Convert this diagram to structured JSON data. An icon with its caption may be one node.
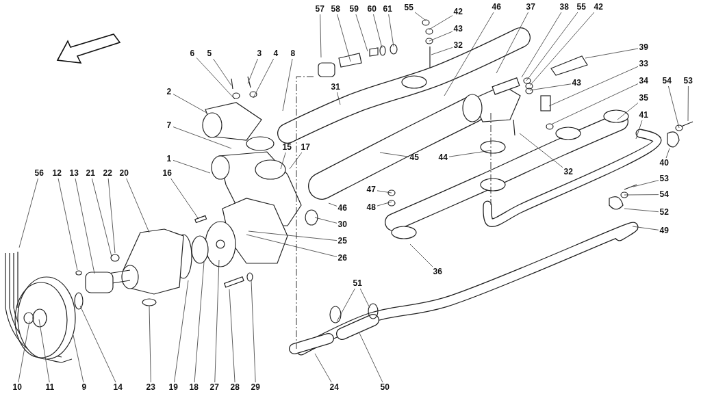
{
  "diagram": {
    "nodes": [
      {
        "text": [
          "57"
        ]
      },
      {
        "text": [
          "58"
        ]
      },
      {
        "text": [
          "59"
        ]
      },
      {
        "text": [
          "60"
        ]
      },
      {
        "text": [
          "61"
        ]
      },
      {
        "text": [
          "55"
        ]
      },
      {
        "text": [
          "42"
        ]
      },
      {
        "text": [
          "43"
        ]
      },
      {
        "text": [
          "32"
        ]
      },
      {
        "text": [
          "46"
        ]
      },
      {
        "text": [
          "37"
        ]
      },
      {
        "text": [
          "38"
        ]
      },
      {
        "text": [
          "55"
        ]
      },
      {
        "text": [
          "42"
        ]
      },
      {
        "text": [
          "39"
        ]
      },
      {
        "text": [
          "6"
        ]
      },
      {
        "text": [
          "5"
        ]
      },
      {
        "text": [
          "3"
        ]
      },
      {
        "text": [
          "4"
        ]
      },
      {
        "text": [
          "8"
        ]
      },
      {
        "text": [
          "33"
        ]
      },
      {
        "text": [
          "43"
        ]
      },
      {
        "text": [
          "34"
        ]
      },
      {
        "text": [
          "54"
        ]
      },
      {
        "text": [
          "53"
        ]
      },
      {
        "text": [
          "31"
        ]
      },
      {
        "text": [
          "2"
        ]
      },
      {
        "text": [
          "35"
        ]
      },
      {
        "text": [
          "41"
        ]
      },
      {
        "text": [
          "7"
        ]
      },
      {
        "text": [
          "15"
        ]
      },
      {
        "text": [
          "17"
        ]
      },
      {
        "text": [
          "45"
        ]
      },
      {
        "text": [
          "44"
        ]
      },
      {
        "text": [
          "1"
        ]
      },
      {
        "text": [
          "40"
        ]
      },
      {
        "text": [
          "32"
        ]
      },
      {
        "text": [
          "56"
        ]
      },
      {
        "text": [
          "12"
        ]
      },
      {
        "text": [
          "13"
        ]
      },
      {
        "text": [
          "21"
        ]
      },
      {
        "text": [
          "22"
        ]
      },
      {
        "text": [
          "20"
        ]
      },
      {
        "text": [
          "16"
        ]
      },
      {
        "text": [
          "53"
        ]
      },
      {
        "text": [
          "47"
        ]
      },
      {
        "text": [
          "54"
        ]
      },
      {
        "text": [
          "46"
        ]
      },
      {
        "text": [
          "48"
        ]
      },
      {
        "text": [
          "52"
        ]
      },
      {
        "text": [
          "30"
        ]
      },
      {
        "text": [
          "49"
        ]
      },
      {
        "text": [
          "25"
        ]
      },
      {
        "text": [
          "26"
        ]
      },
      {
        "text": [
          "36"
        ]
      },
      {
        "text": [
          "51"
        ]
      },
      {
        "text": [
          "10"
        ]
      },
      {
        "text": [
          "11"
        ]
      },
      {
        "text": [
          "9"
        ]
      },
      {
        "text": [
          "14"
        ]
      },
      {
        "text": [
          "23"
        ]
      },
      {
        "text": [
          "19"
        ]
      },
      {
        "text": [
          "18"
        ]
      },
      {
        "text": [
          "27"
        ]
      },
      {
        "text": [
          "28"
        ]
      },
      {
        "text": [
          "29"
        ]
      },
      {
        "text": [
          "24"
        ]
      },
      {
        "text": [
          "50"
        ]
      }
    ],
    "edges": [
      {
        "from": 0,
        "to": null,
        "arrow": "none"
      },
      {
        "from": 1,
        "to": null,
        "arrow": "none"
      },
      {
        "from": 2,
        "to": null,
        "arrow": "none"
      },
      {
        "from": 3,
        "to": null,
        "arrow": "none"
      },
      {
        "from": 4,
        "to": null,
        "arrow": "none"
      },
      {
        "from": 5,
        "to": null,
        "arrow": "none"
      },
      {
        "from": 6,
        "to": null,
        "arrow": "none"
      },
      {
        "from": 7,
        "to": null,
        "arrow": "none"
      },
      {
        "from": 8,
        "to": null,
        "arrow": "none"
      },
      {
        "from": 9,
        "to": null,
        "arrow": "none"
      },
      {
        "from": 10,
        "to": null,
        "arrow": "none"
      },
      {
        "from": 11,
        "to": null,
        "arrow": "none"
      },
      {
        "from": 12,
        "to": null,
        "arrow": "none"
      },
      {
        "from": 13,
        "to": null,
        "arrow": "none"
      },
      {
        "from": 14,
        "to": null,
        "arrow": "none"
      },
      {
        "from": 15,
        "to": null,
        "arrow": "none"
      },
      {
        "from": 16,
        "to": null,
        "arrow": "none"
      },
      {
        "from": 17,
        "to": null,
        "arrow": "none"
      },
      {
        "from": 18,
        "to": null,
        "arrow": "none"
      },
      {
        "from": 19,
        "to": null,
        "arrow": "none"
      },
      {
        "from": 20,
        "to": null,
        "arrow": "none"
      },
      {
        "from": 21,
        "to": null,
        "arrow": "none"
      },
      {
        "from": 22,
        "to": null,
        "arrow": "none"
      },
      {
        "from": 23,
        "to": null,
        "arrow": "none"
      },
      {
        "from": 24,
        "to": null,
        "arrow": "none"
      },
      {
        "from": 25,
        "to": null,
        "arrow": "none"
      },
      {
        "from": 26,
        "to": null,
        "arrow": "none"
      },
      {
        "from": 27,
        "to": null,
        "arrow": "none"
      },
      {
        "from": 28,
        "to": null,
        "arrow": "none"
      },
      {
        "from": 29,
        "to": null,
        "arrow": "none"
      },
      {
        "from": 30,
        "to": null,
        "arrow": "none"
      },
      {
        "from": 31,
        "to": null,
        "arrow": "none"
      },
      {
        "from": 32,
        "to": null,
        "arrow": "none"
      },
      {
        "from": 33,
        "to": null,
        "arrow": "none"
      },
      {
        "from": 34,
        "to": null,
        "arrow": "none"
      },
      {
        "from": 35,
        "to": null,
        "arrow": "none"
      },
      {
        "from": 36,
        "to": null,
        "arrow": "none"
      },
      {
        "from": 37,
        "to": null,
        "arrow": "none"
      },
      {
        "from": 38,
        "to": null,
        "arrow": "none"
      },
      {
        "from": 39,
        "to": null,
        "arrow": "none"
      },
      {
        "from": 40,
        "to": null,
        "arrow": "none"
      },
      {
        "from": 41,
        "to": null,
        "arrow": "none"
      },
      {
        "from": 42,
        "to": null,
        "arrow": "none"
      },
      {
        "from": 43,
        "to": null,
        "arrow": "none"
      },
      {
        "from": 44,
        "to": null,
        "arrow": "none"
      },
      {
        "from": 45,
        "to": null,
        "arrow": "none"
      },
      {
        "from": 46,
        "to": null,
        "arrow": "none"
      },
      {
        "from": 47,
        "to": null,
        "arrow": "none"
      },
      {
        "from": 48,
        "to": null,
        "arrow": "none"
      },
      {
        "from": 49,
        "to": null,
        "arrow": "none"
      },
      {
        "from": 50,
        "to": null,
        "arrow": "none"
      },
      {
        "from": 51,
        "to": null,
        "arrow": "none"
      },
      {
        "from": 52,
        "to": null,
        "arrow": "none"
      },
      {
        "from": 53,
        "to": null,
        "arrow": "none"
      },
      {
        "from": 54,
        "to": null,
        "arrow": "none"
      },
      {
        "from": 55,
        "to": null,
        "arrow": "none"
      },
      {
        "from": 55,
        "to": null,
        "arrow": "none"
      },
      {
        "from": 56,
        "to": null,
        "arrow": "none"
      },
      {
        "from": 57,
        "to": null,
        "arrow": "none"
      },
      {
        "from": 58,
        "to": null,
        "arrow": "none"
      },
      {
        "from": 59,
        "to": null,
        "arrow": "none"
      },
      {
        "from": 60,
        "to": null,
        "arrow": "none"
      },
      {
        "from": 61,
        "to": null,
        "arrow": "none"
      },
      {
        "from": 62,
        "to": null,
        "arrow": "none"
      },
      {
        "from": 63,
        "to": null,
        "arrow": "none"
      },
      {
        "from": 64,
        "to": null,
        "arrow": "none"
      },
      {
        "from": 65,
        "to": null,
        "arrow": "none"
      },
      {
        "from": 66,
        "to": null,
        "arrow": "none"
      },
      {
        "from": 67,
        "to": null,
        "arrow": "none"
      }
    ]
  }
}
